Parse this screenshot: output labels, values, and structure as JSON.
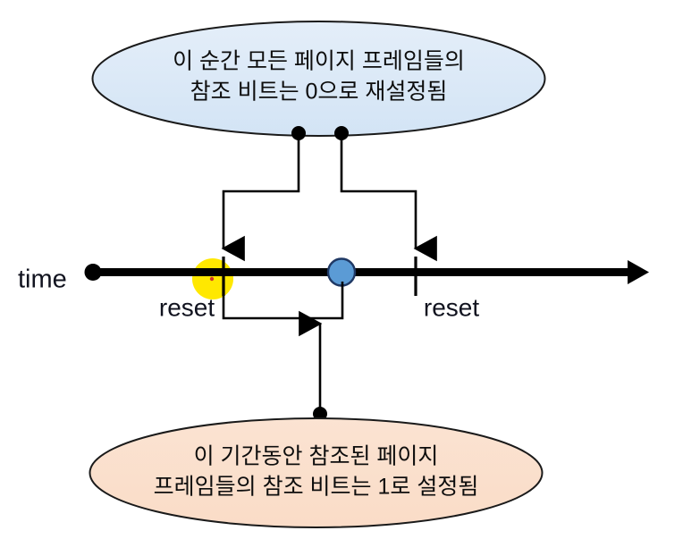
{
  "diagram": {
    "title": "Second-chance (clock) reference-bit timeline",
    "background_color": "#ffffff"
  },
  "callouts": {
    "top": {
      "name": "reference-bit-reset-callout",
      "line1": "이 순간 모든 페이지 프레임들의",
      "line2": "참조 비트는 0으로 재설정됨",
      "fill_color": "#dce9f7",
      "stroke_color": "#1a1a1a"
    },
    "bottom": {
      "name": "reference-bit-set-callout",
      "line1": "이 기간동안 참조된 페이지",
      "line2": "프레임들의 참조 비트는 1로 설정됨",
      "fill_color": "#fae0cd",
      "stroke_color": "#1a1a1a"
    }
  },
  "timeline": {
    "axis_label": "time",
    "axis_color": "#000000",
    "start_dot_name": "timeline-start-dot",
    "arrow_name": "timeline-arrow-head",
    "markers": [
      {
        "name": "reset-marker-first",
        "label": "reset",
        "type": "tick",
        "highlight": "yellow-period-marker",
        "highlight_color": "#ffe800"
      },
      {
        "name": "current-position-marker",
        "label": "",
        "type": "dot",
        "highlight": "blue-current-marker",
        "highlight_color": "#5b9bd5",
        "highlight_stroke": "#1f3864"
      },
      {
        "name": "reset-marker-second",
        "label": "reset",
        "type": "tick",
        "highlight": "none",
        "highlight_color": ""
      }
    ]
  },
  "connectors": {
    "top_left_anchor_name": "callout-anchor-dot-left",
    "top_right_anchor_name": "callout-anchor-dot-right",
    "bottom_anchor_name": "callout-anchor-dot-bottom",
    "stroke_color": "#000000"
  }
}
